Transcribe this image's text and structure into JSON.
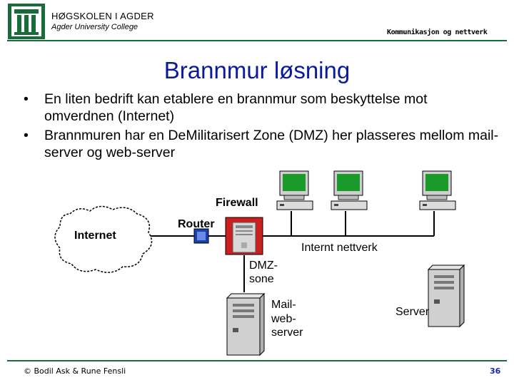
{
  "header": {
    "school": "HØGSKOLEN I AGDER",
    "college": "Agder University College",
    "course": "Kommunikasjon og nettverk"
  },
  "slide": {
    "title": "Brannmur løsning",
    "bullets": [
      "En liten bedrift kan etablere en brannmur som beskyttelse mot omverdnen (Internet)",
      "Brannmuren har en DeMilitarisert Zone (DMZ) her plasseres mellom mail-server og web-server"
    ]
  },
  "diagram": {
    "internet": "Internet",
    "firewall": "Firewall",
    "router": "Router",
    "internal_net": "Internt nettverk",
    "dmz_line1": "DMZ-",
    "dmz_line2": "sone",
    "mail_line1": "Mail-",
    "mail_line2": "web-",
    "mail_line3": "server",
    "server": "Server"
  },
  "footer": {
    "authors": "© Bodil Ask & Rune Fensli",
    "page": "36"
  },
  "colors": {
    "accent_green": "#1a6b3a",
    "title_blue": "#0a1a9a",
    "firewall_red": "#cc1f1f",
    "router_blue": "#1a3fae",
    "monitor_green": "#1a9a2a"
  }
}
